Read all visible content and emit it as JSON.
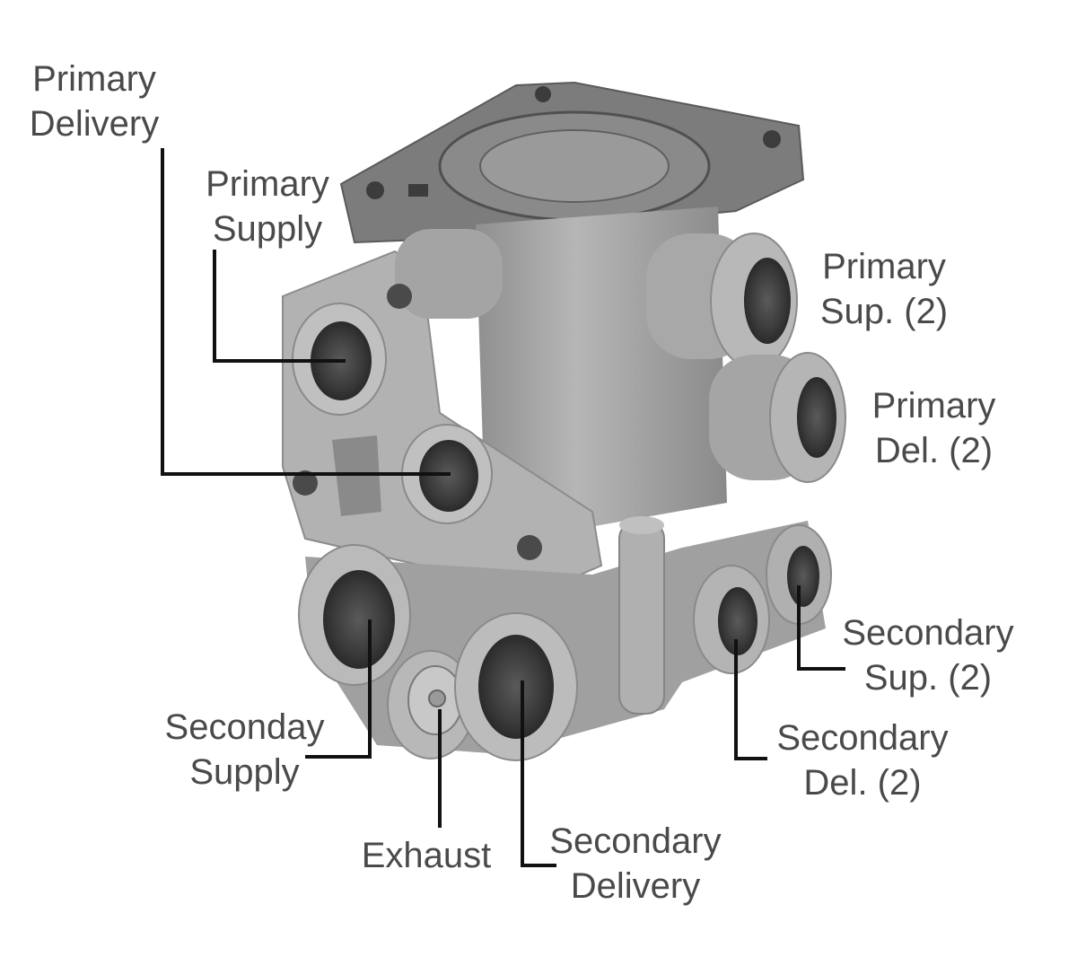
{
  "labels": {
    "primary_delivery": [
      "Primary",
      "Delivery"
    ],
    "primary_supply": [
      "Primary",
      "Supply"
    ],
    "primary_sup_2": [
      "Primary",
      "Sup. (2)"
    ],
    "primary_del_2": [
      "Primary",
      "Del. (2)"
    ],
    "secondary_sup_2": [
      "Secondary",
      "Sup. (2)"
    ],
    "secondary_del_2": [
      "Secondary",
      "Del. (2)"
    ],
    "seconday_supply": [
      "Seconday",
      "Supply"
    ],
    "exhaust": [
      "Exhaust"
    ],
    "secondary_delivery": [
      "Secondary",
      "Delivery"
    ]
  },
  "colors": {
    "label_text": "#4a4a4a",
    "leader_line": "#111111",
    "valve_body": "#a9a9a9",
    "background": "#ffffff"
  }
}
